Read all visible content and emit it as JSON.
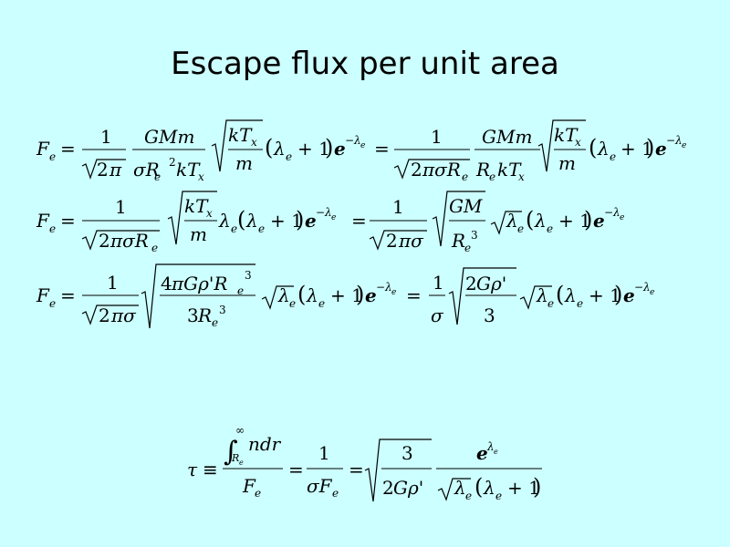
{
  "title": "Escape flux per unit area",
  "equations": {
    "eq1_left": "F_e = \\frac{1}{\\sqrt{2\\pi}} \\frac{GMm}{\\sigma R_e^2 kT_x} \\sqrt{\\frac{kT_x}{m}} (\\lambda_e + 1) e^{-\\lambda_e}",
    "eq1_right": "= \\frac{1}{\\sqrt{2\\pi\\sigma R_e}} \\frac{GMm}{R_e kT_x} \\sqrt{\\frac{kT_x}{m}} (\\lambda_e + 1) e^{-\\lambda_e}",
    "eq2": "F_e = \\frac{1}{\\sqrt{2\\pi\\sigma R_e}} \\sqrt{\\frac{kT_x}{m}} \\lambda_e (\\lambda_e + 1) e^{-\\lambda_e} = \\frac{1}{\\sqrt{2\\pi\\sigma}} \\sqrt{\\frac{GM}{R_e^3}} \\sqrt{\\lambda_e} (\\lambda_e + 1) e^{-\\lambda_e}",
    "eq3": "F_e = \\frac{1}{\\sqrt{2\\pi\\sigma}} \\sqrt{\\frac{4\\pi G \\rho' R_e^3}{3 R_e^3}} \\sqrt{\\lambda_e} (\\lambda_e + 1) e^{-\\lambda_e} = \\frac{1}{\\sigma} \\sqrt{\\frac{2G\\rho'}{3}} \\sqrt{\\lambda_e} (\\lambda_e + 1) e^{-\\lambda_e}",
    "eq4": "\\tau \\equiv \\frac{\\int_{R_e}^{\\infty} n dr}{F_e} = \\frac{1}{\\sigma F_e} = \\sqrt{\\frac{3}{2G\\rho'}} \\frac{e^{\\lambda_e}}{\\sqrt{\\lambda_e} (\\lambda_e + 1)}"
  }
}
